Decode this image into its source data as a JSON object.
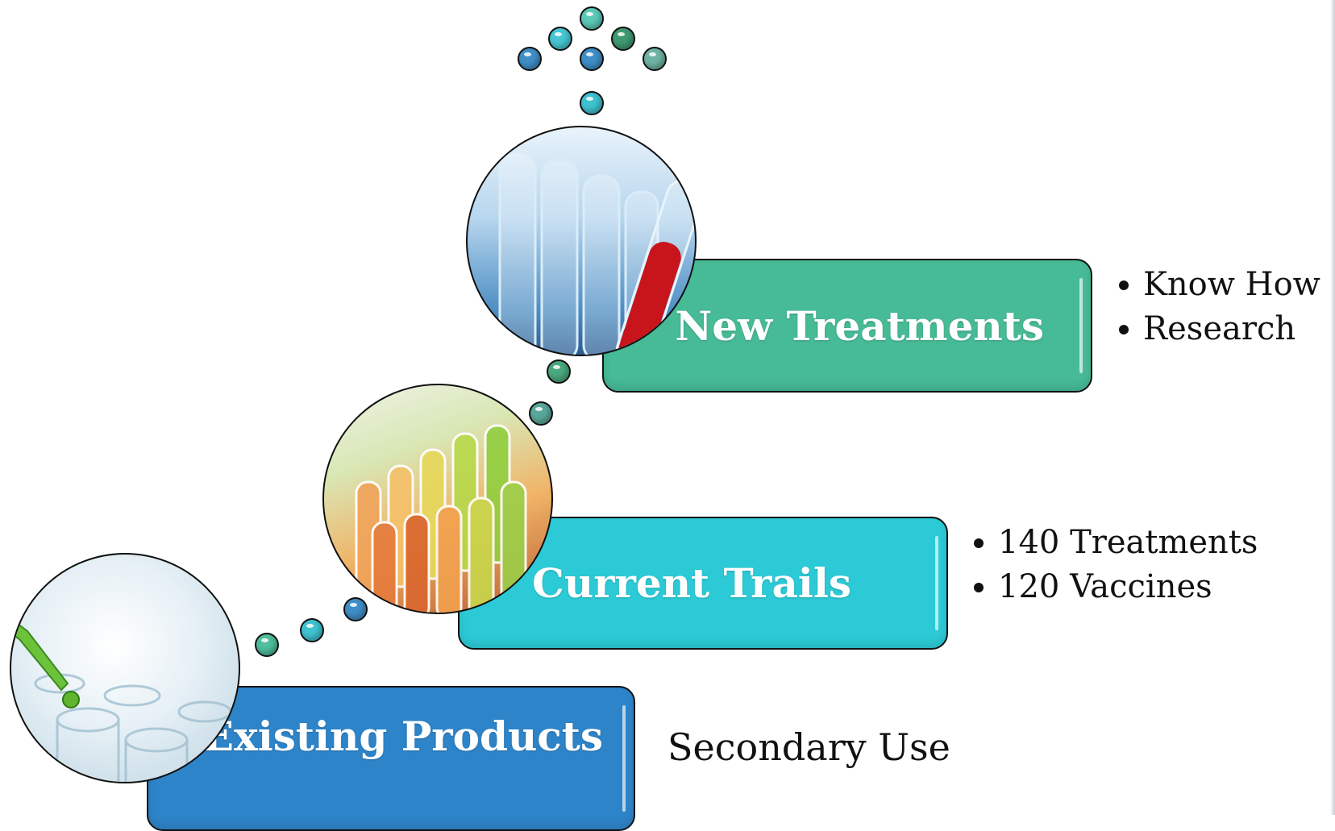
{
  "steps": {
    "new_treatments": {
      "label": "New Treatments",
      "bullets": [
        "Know How",
        "Research"
      ],
      "color": "#47ba96"
    },
    "current_trails": {
      "label": "Current Trails",
      "bullets": [
        "140 Treatments",
        "120 Vaccines"
      ],
      "color": "#2ccad6"
    },
    "existing_products": {
      "label": "Existing Products",
      "note": "Secondary Use",
      "color": "#2e84c8"
    }
  },
  "bubble_colors": [
    "#3f8ec8",
    "#3fc2cf",
    "#4aa87e",
    "#5aa79a"
  ],
  "icons": [
    "test-tubes-red-photo",
    "colorful-test-tubes-photo",
    "pipette-green-drop-photo"
  ]
}
